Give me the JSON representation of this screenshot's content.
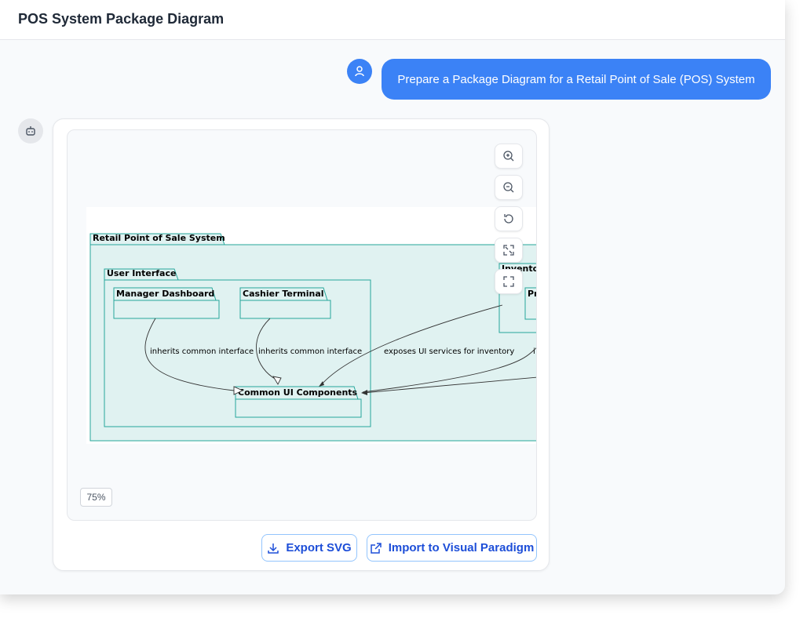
{
  "header": {
    "title": "POS System Package Diagram"
  },
  "chat": {
    "user_message": "Prepare a Package Diagram for a Retail Point of Sale (POS) System"
  },
  "diagram": {
    "packages": {
      "system": "Retail Point of Sale System",
      "user_interface": "User Interface",
      "manager_dashboard": "Manager Dashboard",
      "cashier_terminal": "Cashier Terminal",
      "common_ui": "Common UI Components",
      "inventory": "Invento",
      "inventory_child": "Pr"
    },
    "relations": {
      "manager_to_common": "inherits common interface",
      "cashier_to_common": "inherits common interface",
      "inventory_to_common": "exposes UI services for inventory",
      "clipped": "i"
    },
    "colors": {
      "package_fill": "#e0f2f1",
      "package_border": "#26a69a"
    }
  },
  "viewer": {
    "zoom_level": "75%",
    "controls": [
      "zoom-in-icon",
      "zoom-out-icon",
      "reset-icon",
      "fit-icon",
      "fullscreen-icon"
    ]
  },
  "actions": {
    "export_svg": "Export SVG",
    "import_vp": "Import to Visual Paradigm"
  },
  "colors": {
    "accent": "#3b82f6",
    "button_text": "#1d4ed8"
  }
}
